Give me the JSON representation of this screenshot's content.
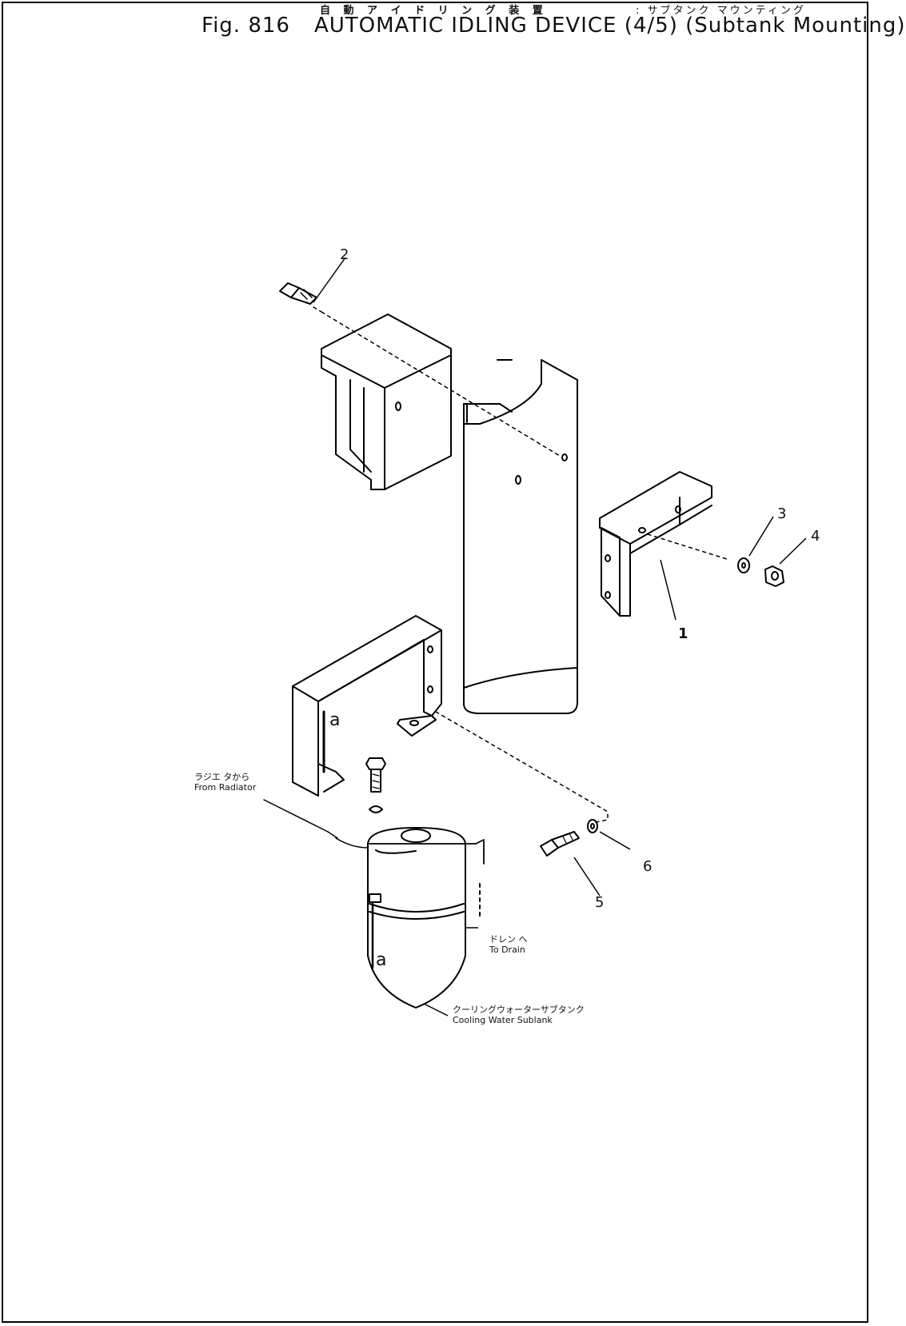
{
  "header": {
    "jp_title": "自 動 ア イ ド リ ン グ 装 置",
    "jp_subtitle": ": サブタンク マウンティング",
    "fig_number": "Fig. 816",
    "title": "AUTOMATIC IDLING DEVICE (4/5) (Subtank Mounting)"
  },
  "callouts": {
    "c1": "1",
    "c2": "2",
    "c3": "3",
    "c4": "4",
    "c5": "5",
    "c6": "6"
  },
  "notes": {
    "from_radiator_jp": "ラジエ タから",
    "from_radiator_en": "From Radiator",
    "to_drain_jp": "ドレン へ",
    "to_drain_en": "To Drain",
    "subtank_jp": "クーリングウォーターサブタンク",
    "subtank_en": "Cooling Water Sublank"
  },
  "marks": {
    "a_upper": "a",
    "a_lower": "a"
  }
}
